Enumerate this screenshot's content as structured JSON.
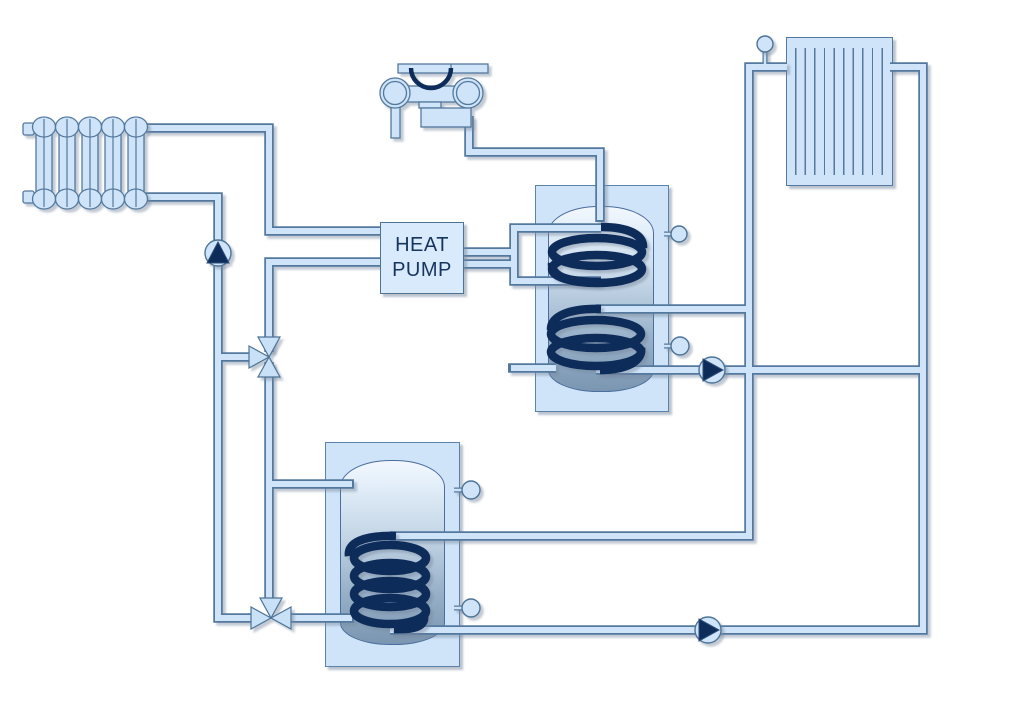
{
  "heat_pump": {
    "label": "HEAT PUMP"
  },
  "colors": {
    "background": "#ffffff",
    "pipe_fill": "#cfe4f8",
    "pipe_outline": "#54799f",
    "dark_navy": "#0e2c5a",
    "component_fill": "#cfe4f8",
    "tank_gradient_top": "#f2f7fd",
    "tank_gradient_bottom": "#7b96b1",
    "label_text": "#16355e"
  },
  "components": [
    {
      "name": "radiator",
      "count": 1
    },
    {
      "name": "wall-mixer-tap",
      "count": 1
    },
    {
      "name": "heat-pump",
      "count": 1
    },
    {
      "name": "solar-collector",
      "count": 1
    },
    {
      "name": "storage-tank-dual-coil",
      "count": 1
    },
    {
      "name": "storage-tank-single-coil",
      "count": 1
    },
    {
      "name": "circulation-pump",
      "count": 3
    },
    {
      "name": "three-way-valve",
      "count": 2
    },
    {
      "name": "temperature-sensor",
      "count": 5
    }
  ]
}
